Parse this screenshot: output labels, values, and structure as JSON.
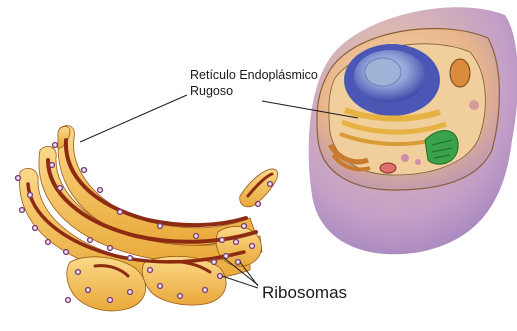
{
  "labels": {
    "er_line1": "Retículo Endoplásmico",
    "er_line2": "Rugoso",
    "ribosomes": "Ribosomas"
  },
  "colors": {
    "cell_cytoplasm": "#e9b98c",
    "cell_membrane": "#a98ec9",
    "nucleus": "#4a57b5",
    "nucleolus": "#9fb3d6",
    "er_fill": "#f3c25a",
    "er_lumen": "#8c2b12",
    "ribosome": "#7a3e7a",
    "mitochondria": "#d98a3a",
    "chloroplast_like": "#3aa24a",
    "callout_line": "#1a1a1a"
  },
  "icons": [
    "cell-illustration",
    "rough-er-illustration"
  ]
}
